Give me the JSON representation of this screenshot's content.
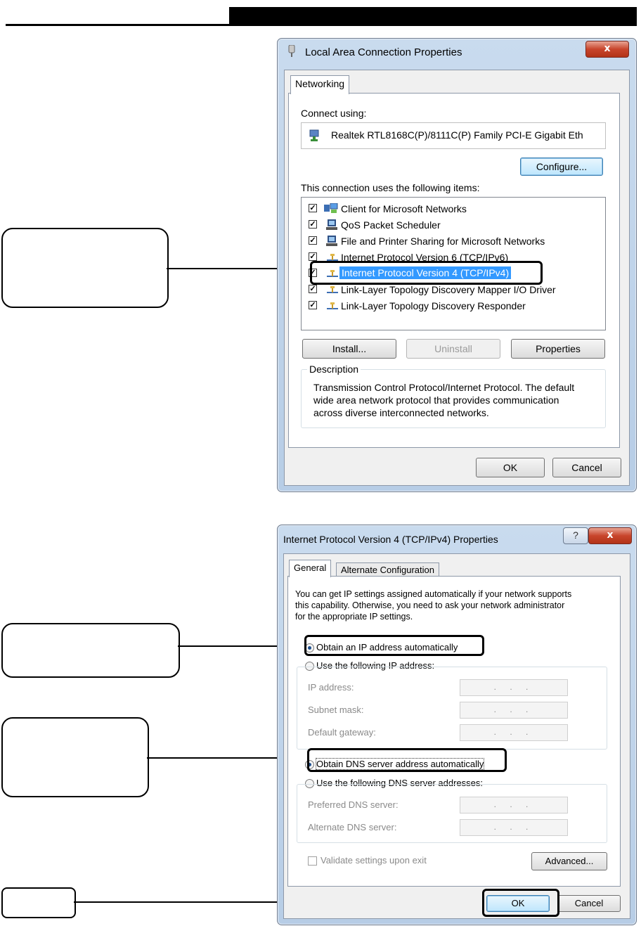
{
  "dialog1": {
    "title": "Local Area Connection Properties",
    "close_label": "x",
    "tab": "Networking",
    "connect_using_label": "Connect using:",
    "adapter": "Realtek RTL8168C(P)/8111C(P) Family PCI-E Gigabit Eth",
    "configure_label": "Configure...",
    "items_label": "This connection uses the following items:",
    "items": [
      {
        "label": "Client for Microsoft Networks",
        "checked": true,
        "icon": "network-client-icon"
      },
      {
        "label": "QoS Packet Scheduler",
        "checked": true,
        "icon": "computer-icon"
      },
      {
        "label": "File and Printer Sharing for Microsoft Networks",
        "checked": true,
        "icon": "computer-icon"
      },
      {
        "label": "Internet Protocol Version 6 (TCP/IPv6)",
        "checked": true,
        "icon": "protocol-icon"
      },
      {
        "label": "Internet Protocol Version 4 (TCP/IPv4)",
        "checked": true,
        "icon": "protocol-icon",
        "selected": true
      },
      {
        "label": "Link-Layer Topology Discovery Mapper I/O Driver",
        "checked": true,
        "icon": "protocol-icon"
      },
      {
        "label": "Link-Layer Topology Discovery Responder",
        "checked": true,
        "icon": "protocol-icon"
      }
    ],
    "install_label": "Install...",
    "uninstall_label": "Uninstall",
    "properties_label": "Properties",
    "description_label": "Description",
    "description_lines": [
      "Transmission Control Protocol/Internet Protocol. The default",
      "wide area network protocol that provides communication",
      "across diverse interconnected networks."
    ],
    "ok_label": "OK",
    "cancel_label": "Cancel"
  },
  "dialog2": {
    "title": "Internet Protocol Version 4 (TCP/IPv4) Properties",
    "help_label": "?",
    "close_label": "x",
    "tab_general": "General",
    "tab_alternate": "Alternate Configuration",
    "intro_lines": [
      "You can get IP settings assigned automatically if your network supports",
      "this capability. Otherwise, you need to ask your network administrator",
      "for the appropriate IP settings."
    ],
    "obtain_ip_label": "Obtain an IP address automatically",
    "use_ip_label": "Use the following IP address:",
    "ip_address_label": "IP address:",
    "subnet_label": "Subnet mask:",
    "gateway_label": "Default gateway:",
    "ip_placeholder": ". . .",
    "obtain_dns_label": "Obtain DNS server address automatically",
    "use_dns_label": "Use the following DNS server addresses:",
    "preferred_dns_label": "Preferred DNS server:",
    "alternate_dns_label": "Alternate DNS server:",
    "validate_label": "Validate settings upon exit",
    "advanced_label": "Advanced...",
    "ok_label": "OK",
    "cancel_label": "Cancel"
  }
}
